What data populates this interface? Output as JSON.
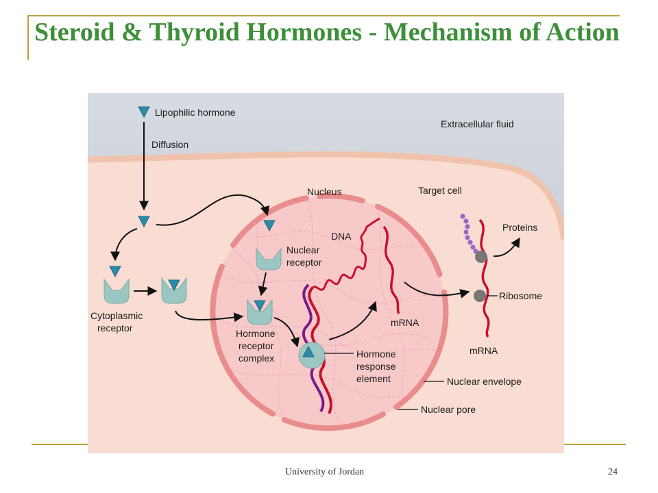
{
  "slide": {
    "title": "Steroid & Thyroid Hormones - Mechanism of Action",
    "footer": "University of Jordan",
    "page_number": "24"
  },
  "diagram": {
    "labels": {
      "lipophilic_hormone": "Lipophilic hormone",
      "diffusion": "Diffusion",
      "extracellular_fluid": "Extracellular fluid",
      "nucleus": "Nucleus",
      "target_cell": "Target cell",
      "dna": "DNA",
      "nuclear_receptor_1": "Nuclear",
      "nuclear_receptor_2": "receptor",
      "cytoplasmic_receptor_1": "Cytoplasmic",
      "cytoplasmic_receptor_2": "receptor",
      "hormone_receptor_1": "Hormone",
      "hormone_receptor_2": "receptor",
      "hormone_receptor_3": "complex",
      "mrna_nucleus": "mRNA",
      "hre_1": "Hormone",
      "hre_2": "response",
      "hre_3": "element",
      "nuclear_envelope": "Nuclear envelope",
      "nuclear_pore": "Nuclear pore",
      "proteins": "Proteins",
      "ribosome": "Ribosome",
      "mrna_cytoplasm": "mRNA"
    },
    "colors": {
      "extracellular": "#c5cad4",
      "cytoplasm": "#f9ddd2",
      "membrane": "#f0c2ac",
      "nucleus_fill": "#f7c9c9",
      "envelope": "#e98c8c",
      "receptor": "#9cc6c2",
      "hormone": "#2c8ca8",
      "dna_red": "#c8102e",
      "dna_purple": "#7a1a8a",
      "protein": "#9a66c9",
      "ribosome": "#777777"
    }
  }
}
